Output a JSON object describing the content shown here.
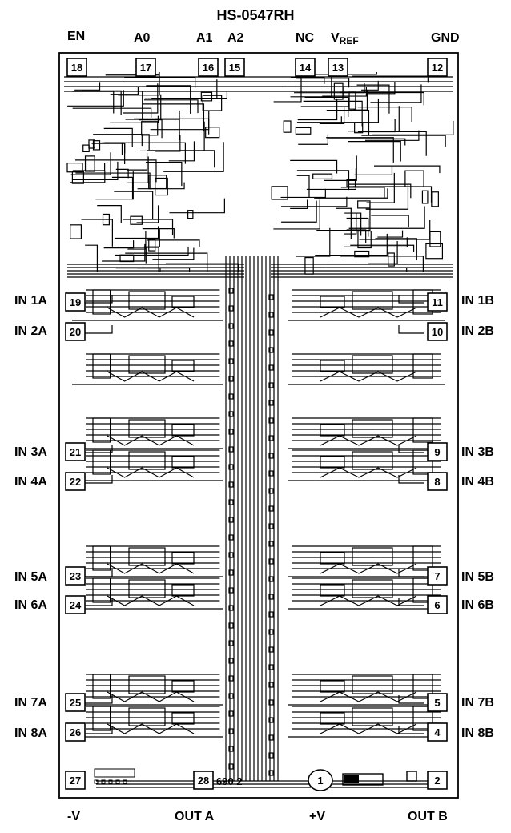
{
  "title": "HS-0547RH",
  "top_labels": {
    "en": "EN",
    "a0": "A0",
    "a1": "A1",
    "a2": "A2",
    "nc": "NC",
    "vref_main": "V",
    "vref_sub": "REF",
    "gnd": "GND"
  },
  "left_labels": [
    "IN 1A",
    "IN 2A",
    "IN 3A",
    "IN 4A",
    "IN 5A",
    "IN 6A",
    "IN 7A",
    "IN 8A"
  ],
  "right_labels": [
    "IN 1B",
    "IN 2B",
    "IN 3B",
    "IN 4B",
    "IN 5B",
    "IN 6B",
    "IN 7B",
    "IN 8B"
  ],
  "bottom_labels": {
    "neg_v": "-V",
    "out_a": "OUT A",
    "pos_v": "+V",
    "out_b": "OUT B"
  },
  "pads": {
    "top": [
      "18",
      "17",
      "16",
      "15",
      "14",
      "13",
      "12"
    ],
    "left": [
      "19",
      "20",
      "21",
      "22",
      "23",
      "24",
      "25",
      "26"
    ],
    "right": [
      "11",
      "10",
      "9",
      "8",
      "7",
      "6",
      "5",
      "4"
    ],
    "bottom": [
      "27",
      "28",
      "1",
      "2"
    ]
  },
  "die_markings": {
    "serial": "690",
    "suffix": "2"
  }
}
